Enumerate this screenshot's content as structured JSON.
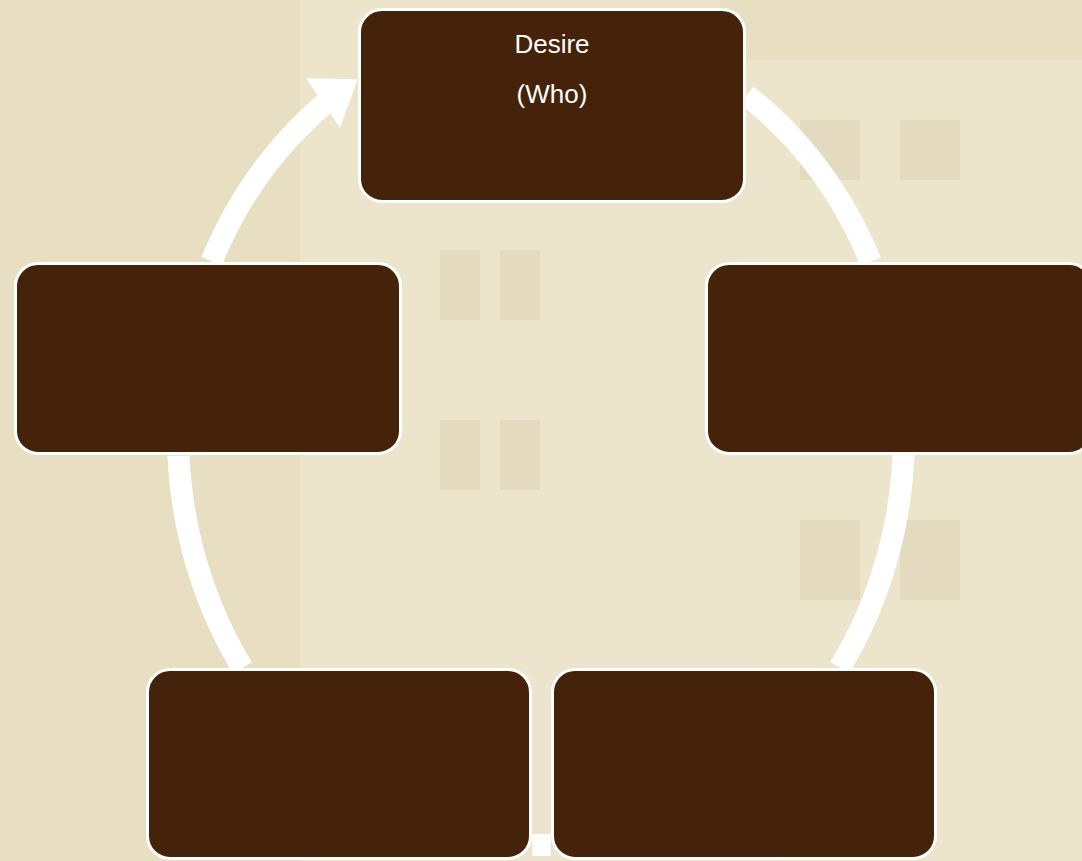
{
  "diagram": {
    "nodes": [
      {
        "text": [
          "Desire (Who)"
        ]
      },
      {
        "text": []
      },
      {
        "text": []
      },
      {
        "text": []
      },
      {
        "text": []
      }
    ],
    "edges": [
      {
        "from": 0,
        "to": 2,
        "arrow": "none"
      },
      {
        "from": 2,
        "to": 4,
        "arrow": "none"
      },
      {
        "from": 4,
        "to": 3,
        "arrow": "none"
      },
      {
        "from": 3,
        "to": 1,
        "arrow": "none"
      },
      {
        "from": 1,
        "to": 0,
        "arrow": "to"
      }
    ]
  }
}
